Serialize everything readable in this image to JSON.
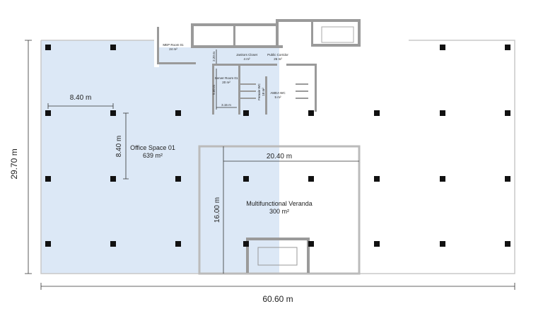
{
  "colors": {
    "office_highlight": "#dce8f6",
    "wall": "#9a9a9a",
    "column": "#111111",
    "outline": "#c8c8c8"
  },
  "dimensions": {
    "total_width": "60.60 m",
    "total_depth": "29.70 m",
    "bay_horizontal": "8.40 m",
    "bay_vertical": "8.40 m",
    "veranda_width": "20.40 m",
    "veranda_depth": "16.00 m",
    "corridor_width": "2.20 m",
    "server_depth": "5.60 m",
    "server_width": "3.15 m"
  },
  "spaces": {
    "office": {
      "name": "Office Space 01",
      "area": "639 m²"
    },
    "veranda": {
      "name": "Multifunctional Veranda",
      "area": "300 m²"
    },
    "mep": {
      "name": "MEP Room 01",
      "area": "24 m²"
    },
    "janitor": {
      "name": "Janitors Closet",
      "area": "4 m²"
    },
    "corridor": {
      "name": "Public Corridor",
      "area": "26 m²"
    },
    "server": {
      "name": "Server Room 01",
      "area": "20 m²"
    },
    "female_wc": {
      "name": "Female WC",
      "area": "18 m²"
    },
    "amea_wc": {
      "name": "AMEA WC",
      "area": "5 m²"
    }
  }
}
